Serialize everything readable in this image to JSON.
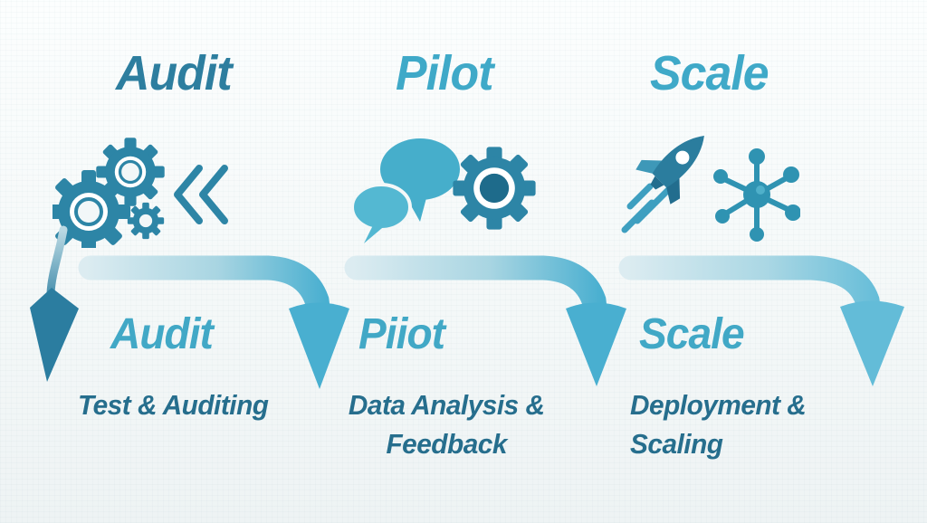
{
  "diagram_title": "Audit / Pilot / Scale process flow",
  "palette": {
    "dark_teal": "#2d7e9f",
    "cyan": "#3fa9c8",
    "flow_label_cyan": "#41a8c6",
    "sublabel_teal": "#266e8d",
    "band_light": "#d7e9ef",
    "band_cyan": "#4cb0d1",
    "background": "#f7f9f9"
  },
  "stages": [
    {
      "id": "audit",
      "title": "Audit",
      "icons": [
        "gears-icon",
        "double-chevron-left-icon"
      ],
      "flow_label": "Audit",
      "description": "Test & Auditing"
    },
    {
      "id": "pilot",
      "title": "Pilot",
      "icons": [
        "speech-bubbles-icon",
        "gear-icon"
      ],
      "flow_label": "Piiot",
      "description": "Data Analysis &\nFeedback"
    },
    {
      "id": "scale",
      "title": "Scale",
      "icons": [
        "rocket-icon",
        "network-hub-icon"
      ],
      "flow_label": "Scale",
      "description": "Deployment &\nScaling"
    }
  ],
  "flow": {
    "direction": "left-to-right, each band curving down to the next row",
    "arrow_count": 4
  }
}
